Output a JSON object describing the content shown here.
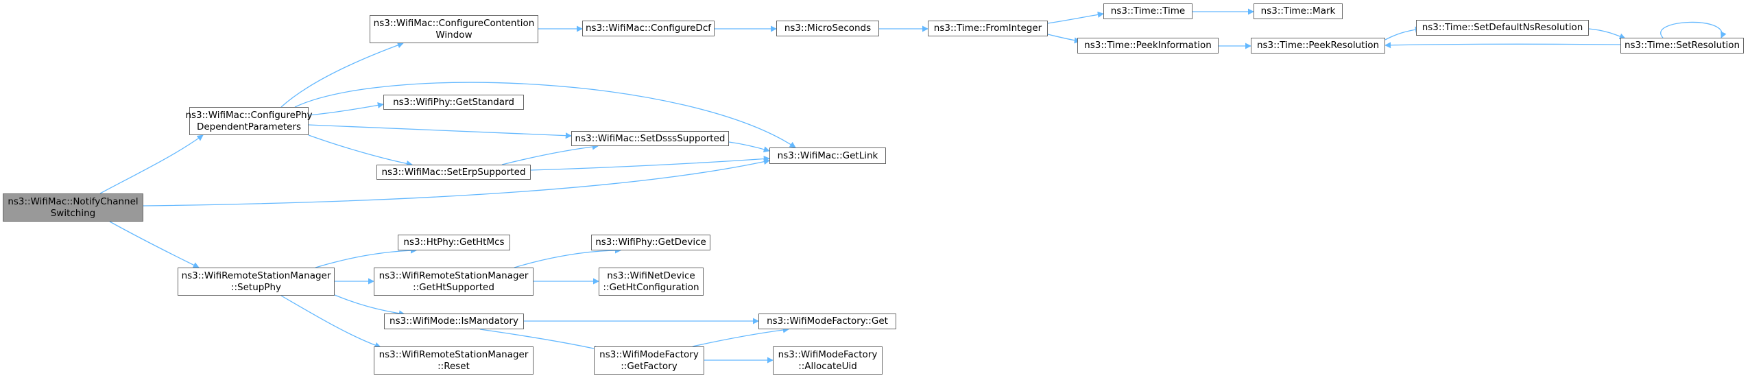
{
  "diagram": {
    "edge_color": "#63b8ff",
    "root_fill": "#999999",
    "node_fill": "#ffffff",
    "node_border": "#666666",
    "nodes": {
      "notify": "ns3::WifiMac::NotifyChannel\nSwitching",
      "configurePhy": "ns3::WifiMac::ConfigurePhy\nDependentParameters",
      "setupPhy": "ns3::WifiRemoteStationManager\n::SetupPhy",
      "contention": "ns3::WifiMac::ConfigureContention\nWindow",
      "getStandard": "ns3::WifiPhy::GetStandard",
      "setErp": "ns3::WifiMac::SetErpSupported",
      "setDsss": "ns3::WifiMac::SetDsssSupported",
      "getLink": "ns3::WifiMac::GetLink",
      "dcf": "ns3::WifiMac::ConfigureDcf",
      "micro": "ns3::MicroSeconds",
      "fromInt": "ns3::Time::FromInteger",
      "timeTime": "ns3::Time::Time",
      "mark": "ns3::Time::Mark",
      "peekInfo": "ns3::Time::PeekInformation",
      "peekRes": "ns3::Time::PeekResolution",
      "setDefault": "ns3::Time::SetDefaultNsResolution",
      "setRes": "ns3::Time::SetResolution",
      "htMcs": "ns3::HtPhy::GetHtMcs",
      "htSupported": "ns3::WifiRemoteStationManager\n::GetHtSupported",
      "isMandatory": "ns3::WifiMode::IsMandatory",
      "reset": "ns3::WifiRemoteStationManager\n::Reset",
      "getDevice": "ns3::WifiPhy::GetDevice",
      "htConfig": "ns3::WifiNetDevice\n::GetHtConfiguration",
      "getFactory": "ns3::WifiModeFactory\n::GetFactory",
      "factoryGet": "ns3::WifiModeFactory::Get",
      "allocUid": "ns3::WifiModeFactory\n::AllocateUid"
    }
  }
}
